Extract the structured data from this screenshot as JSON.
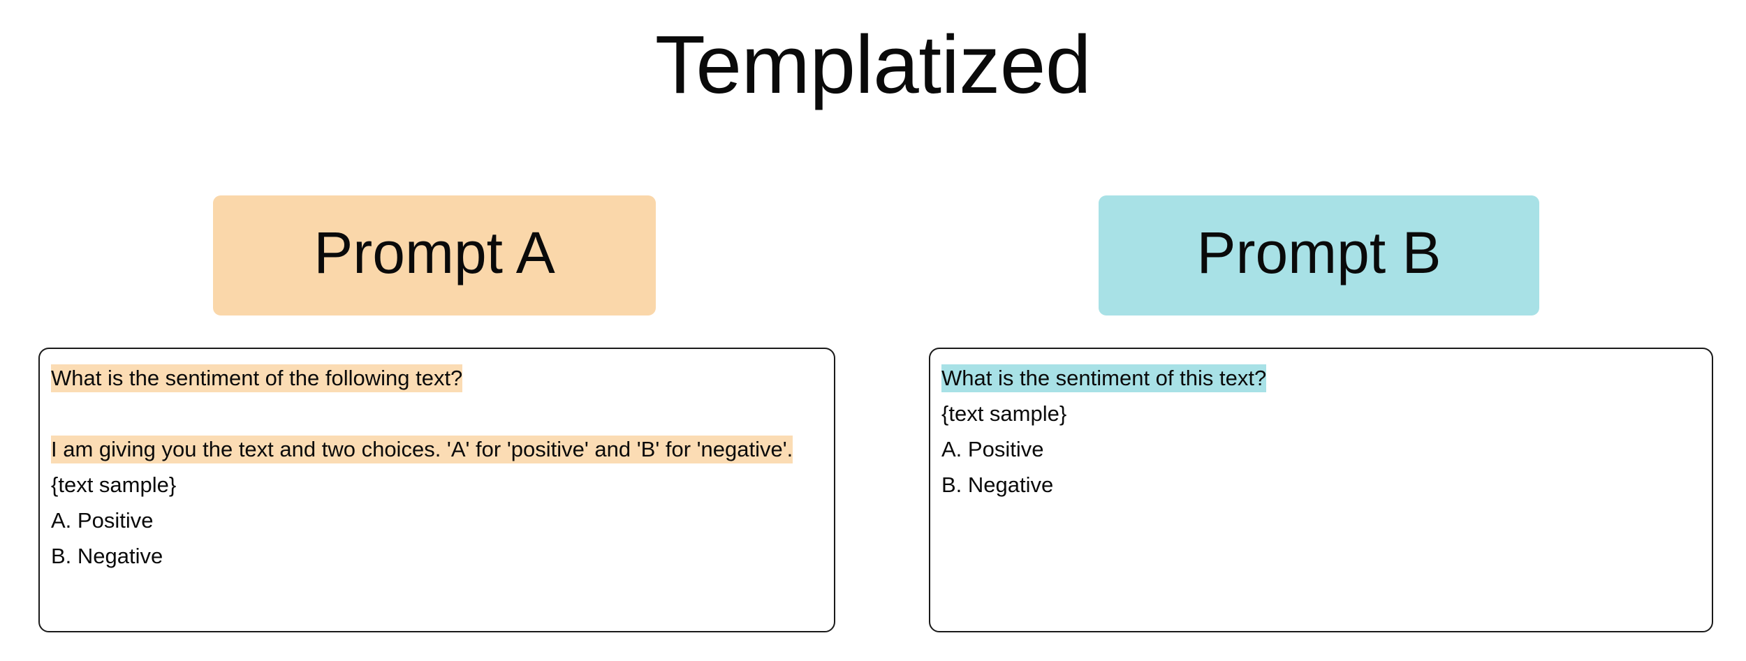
{
  "page": {
    "title": "Templatized",
    "background_color": "#ffffff",
    "text_color": "#0a0a0a"
  },
  "colors": {
    "badge_a_background": "#fad7aa",
    "badge_b_background": "#a8e1e6",
    "highlight_orange": "#fbdcb4",
    "highlight_cyan": "#a8e1e6",
    "box_border": "#1a1a1a"
  },
  "columns": [
    {
      "id": "prompt-a",
      "badge_label": "Prompt A",
      "badge_color": "#fad7aa",
      "highlight_color": "#fbdcb4",
      "lines": [
        {
          "text": "What is the sentiment of the following text?",
          "highlighted": true
        },
        {
          "text": "",
          "highlighted": false
        },
        {
          "text": "I am giving you the text and two choices. 'A' for 'positive' and 'B' for 'negative'.",
          "highlighted": true
        },
        {
          "text": "{text sample}",
          "highlighted": false
        },
        {
          "text": "A. Positive",
          "highlighted": false
        },
        {
          "text": "B. Negative",
          "highlighted": false
        }
      ]
    },
    {
      "id": "prompt-b",
      "badge_label": "Prompt B",
      "badge_color": "#a8e1e6",
      "highlight_color": "#a8e1e6",
      "lines": [
        {
          "text": "What is the sentiment of this text?",
          "highlighted": true
        },
        {
          "text": "{text sample}",
          "highlighted": false
        },
        {
          "text": "A. Positive",
          "highlighted": false
        },
        {
          "text": "B. Negative",
          "highlighted": false
        }
      ]
    }
  ]
}
